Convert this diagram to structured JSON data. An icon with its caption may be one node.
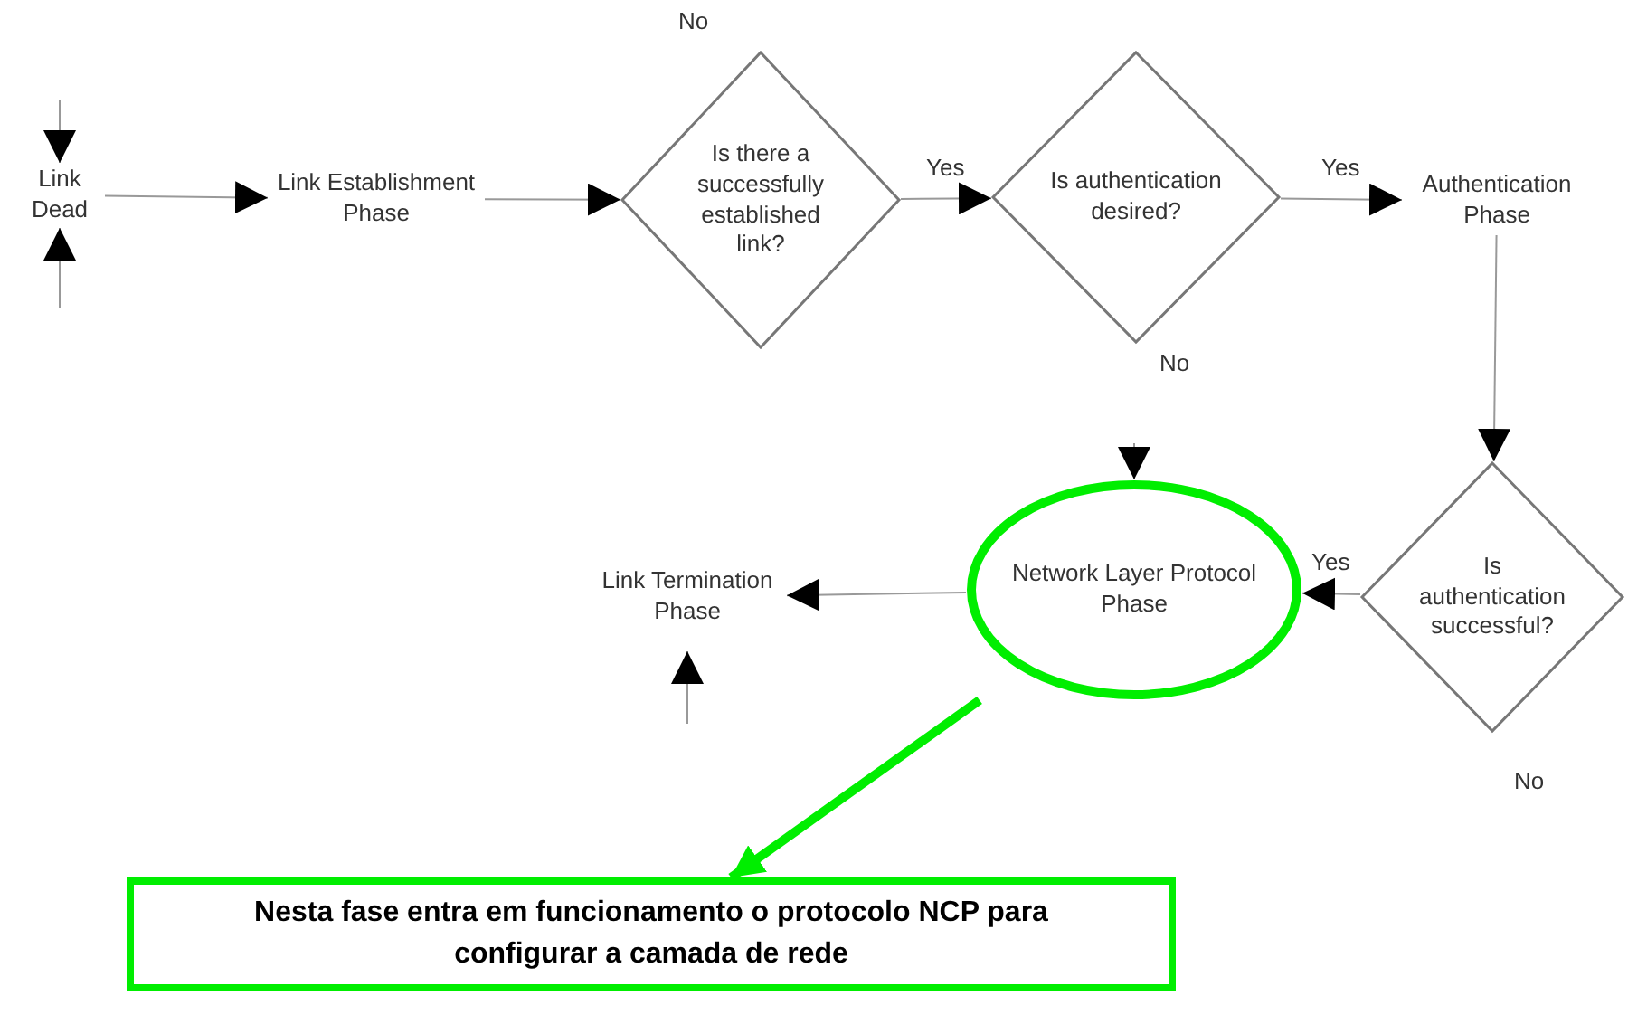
{
  "diagram": {
    "nodes": [
      {
        "text": [
          "Link Dead"
        ]
      },
      {
        "text": [
          "Link Establishment Phase"
        ]
      },
      {
        "text": [
          "Is there a successfully established link?"
        ]
      },
      {
        "text": [
          "Is authentication desired?"
        ]
      },
      {
        "text": [
          "Authentication Phase"
        ]
      },
      {
        "text": [
          "Is authentication successful?"
        ]
      },
      {
        "text": [
          "Network Layer Protocol Phase"
        ]
      },
      {
        "text": [
          "Link Termination Phase"
        ]
      },
      {
        "text": [
          "Nesta fase entra em funcionamento o protocolo NCP para configurar a camada de rede"
        ]
      }
    ],
    "edges": [
      {
        "from": null,
        "to": 0,
        "arrow": "to"
      },
      {
        "from": null,
        "to": 0,
        "arrow": "to"
      },
      {
        "from": 0,
        "to": 1,
        "arrow": "to"
      },
      {
        "from": 1,
        "to": 2,
        "arrow": "to"
      },
      {
        "from": 2,
        "to": 3,
        "arrow": "to",
        "label": "Yes"
      },
      {
        "from": 3,
        "to": 4,
        "arrow": "to",
        "label": "Yes"
      },
      {
        "from": 4,
        "to": 5,
        "arrow": "to"
      },
      {
        "from": 5,
        "to": 6,
        "arrow": "to",
        "label": "Yes"
      },
      {
        "from": null,
        "to": 6,
        "arrow": "to"
      },
      {
        "from": 6,
        "to": 7,
        "arrow": "to"
      },
      {
        "from": null,
        "to": 7,
        "arrow": "to"
      },
      {
        "from": 6,
        "to": 8,
        "arrow": "to",
        "style": "thick",
        "color": "#00ee00"
      }
    ],
    "labels": [
      "No",
      "No",
      "No"
    ]
  }
}
